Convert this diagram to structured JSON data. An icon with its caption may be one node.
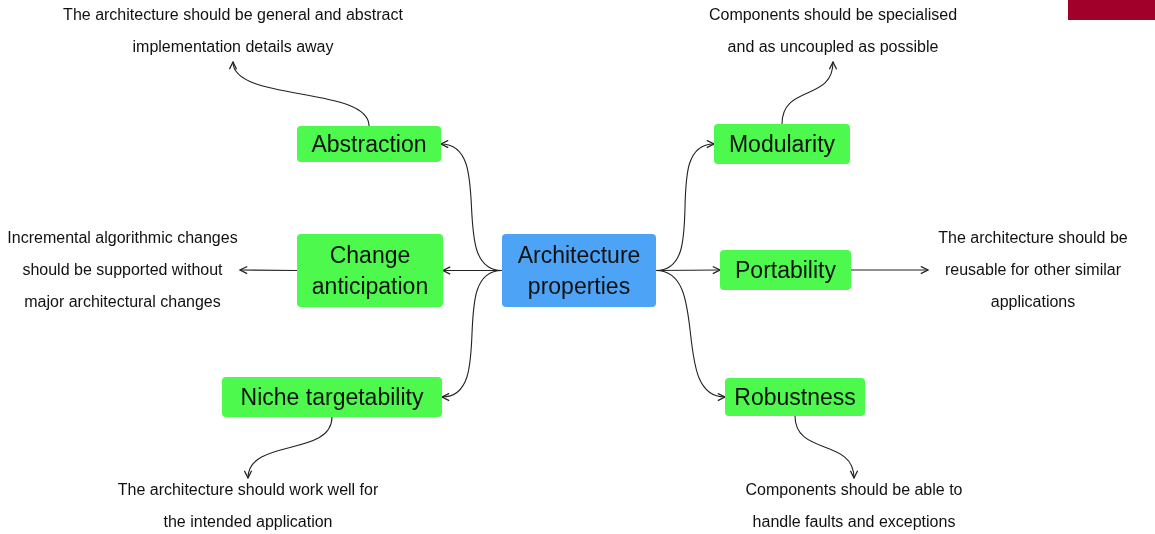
{
  "diagram": {
    "nodes": [
      {
        "text": [
          "Architecture properties"
        ]
      },
      {
        "text": [
          "Abstraction"
        ]
      },
      {
        "text": [
          "Change anticipation"
        ]
      },
      {
        "text": [
          "Niche targetability"
        ]
      },
      {
        "text": [
          "Modularity"
        ]
      },
      {
        "text": [
          "Portability"
        ]
      },
      {
        "text": [
          "Robustness"
        ]
      },
      {
        "text": [
          "The architecture should be general and abstract implementation details away"
        ]
      },
      {
        "text": [
          "Incremental algorithmic changes should be supported without major architectural changes"
        ]
      },
      {
        "text": [
          "The architecture should work well for the intended application"
        ]
      },
      {
        "text": [
          "Components should be specialised and as uncoupled as possible"
        ]
      },
      {
        "text": [
          "The architecture should be reusable for other similar applications"
        ]
      },
      {
        "text": [
          "Components should be able to handle faults and exceptions"
        ]
      }
    ],
    "edges": [
      {
        "from": 0,
        "to": 1,
        "arrow": "to"
      },
      {
        "from": 0,
        "to": 2,
        "arrow": "to"
      },
      {
        "from": 0,
        "to": 3,
        "arrow": "to"
      },
      {
        "from": 0,
        "to": 4,
        "arrow": "to"
      },
      {
        "from": 0,
        "to": 5,
        "arrow": "to"
      },
      {
        "from": 0,
        "to": 6,
        "arrow": "to"
      },
      {
        "from": 1,
        "to": 7,
        "arrow": "to"
      },
      {
        "from": 2,
        "to": 8,
        "arrow": "to"
      },
      {
        "from": 3,
        "to": 9,
        "arrow": "to"
      },
      {
        "from": 4,
        "to": 10,
        "arrow": "to"
      },
      {
        "from": 5,
        "to": 11,
        "arrow": "to"
      },
      {
        "from": 6,
        "to": 12,
        "arrow": "to"
      }
    ]
  }
}
